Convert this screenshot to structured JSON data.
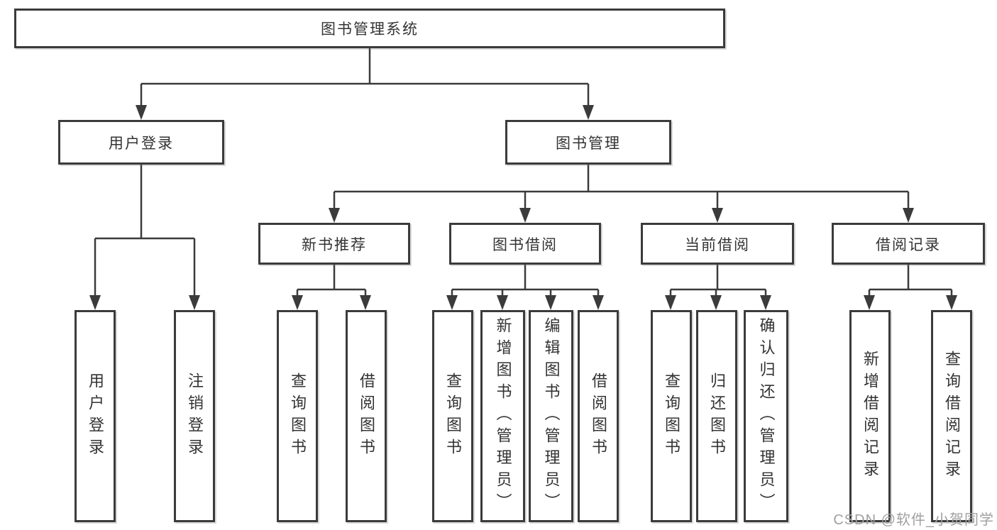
{
  "diagram": {
    "watermark": "CSDN @软件_小贺同学",
    "colors": {
      "line": "#3b3b3b",
      "box_border": "#3b3b3b",
      "box_background": "#ffffff",
      "label_text": "#333333",
      "watermark_text": "#a0a0a0",
      "page_background": "#ffffff"
    },
    "tree": {
      "label": "图书管理系统",
      "children": [
        {
          "label": "用户登录",
          "children": [
            {
              "label": "用户登录"
            },
            {
              "label": "注销登录"
            }
          ]
        },
        {
          "label": "图书管理",
          "children": [
            {
              "label": "新书推荐",
              "children": [
                {
                  "label": "查询图书"
                },
                {
                  "label": "借阅图书"
                }
              ]
            },
            {
              "label": "图书借阅",
              "children": [
                {
                  "label": "查询图书"
                },
                {
                  "label": "新增图书（管理员）"
                },
                {
                  "label": "编辑图书（管理员）"
                },
                {
                  "label": "借阅图书"
                }
              ]
            },
            {
              "label": "当前借阅",
              "children": [
                {
                  "label": "查询图书"
                },
                {
                  "label": "归还图书"
                },
                {
                  "label": "确认归还（管理员）"
                }
              ]
            },
            {
              "label": "借阅记录",
              "children": [
                {
                  "label": "新增借阅记录"
                },
                {
                  "label": "查询借阅记录"
                }
              ]
            }
          ]
        }
      ]
    }
  }
}
